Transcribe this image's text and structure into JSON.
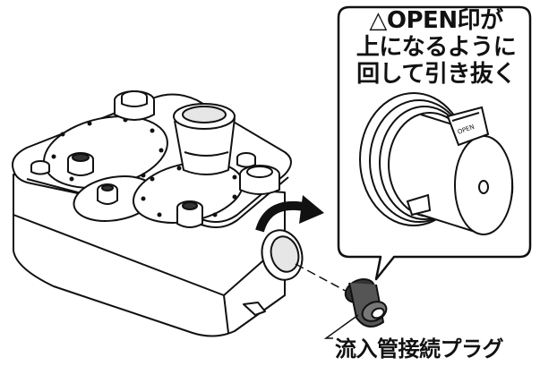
{
  "callout": {
    "line1": "△OPEN印が",
    "line2": "上になるように",
    "line3": "回して引き抜く"
  },
  "part_label": "流入管接続プラグ",
  "marking_text": "OPEN",
  "colors": {
    "stroke": "#111111",
    "background": "#ffffff",
    "shade_light": "#d9d9d9",
    "shade_mid": "#a6a6a6",
    "shade_dark": "#404040"
  }
}
